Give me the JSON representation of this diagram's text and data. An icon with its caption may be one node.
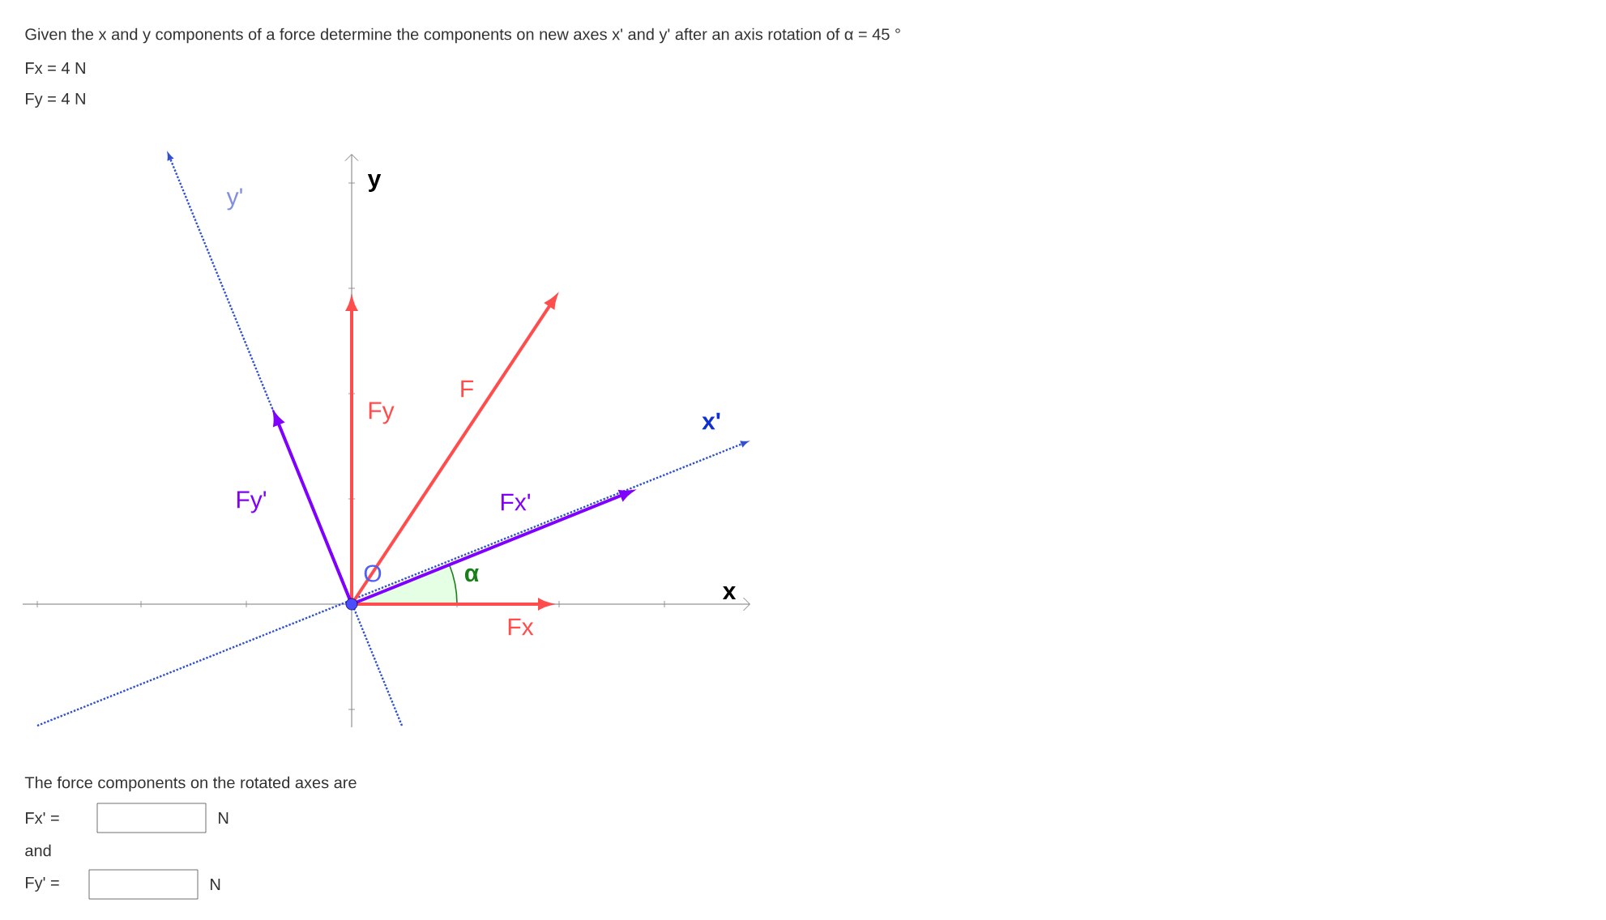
{
  "diagram": {
    "labels": [
      "Given the x and y components of a force determine the components on new axes x' and y' after an axis rotation of α = 45 °",
      "Fx = 4 N",
      "Fy = 4 N",
      "y'",
      "y",
      "Fy",
      "F",
      "x'",
      "Fy'",
      "Fx'",
      "O",
      "α",
      "x",
      "Fx",
      "The force components on the rotated axes are",
      "Fx' =",
      "N",
      "and",
      "Fy' =",
      "N"
    ]
  }
}
